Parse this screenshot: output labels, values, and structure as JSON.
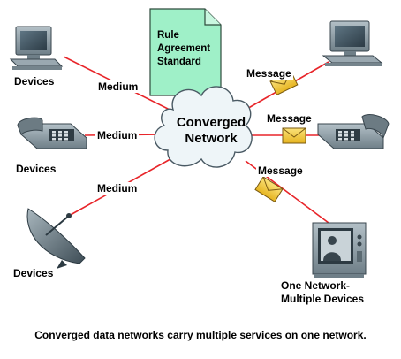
{
  "document": {
    "lines": [
      "Rule",
      "Agreement",
      "Standard"
    ]
  },
  "cloud": {
    "line1": "Converged",
    "line2": "Network"
  },
  "labels": {
    "devices": "Devices",
    "medium": "Medium",
    "message": "Message",
    "one_network_line1": "One Network-",
    "one_network_line2": "Multiple Devices"
  },
  "caption": "Converged data networks carry multiple services on one network.",
  "colors": {
    "link_line": "#e8252a",
    "document_fill": "#9ff0c8",
    "cloud_fill": "#eef5f8",
    "device_body": "#8a9aa3",
    "envelope_fill": "#f7d34a"
  },
  "icons": [
    "computer-icon",
    "telephone-icon",
    "satellite-dish-icon",
    "envelope-icon",
    "tv-monitor-icon",
    "document-icon",
    "cloud-icon"
  ]
}
